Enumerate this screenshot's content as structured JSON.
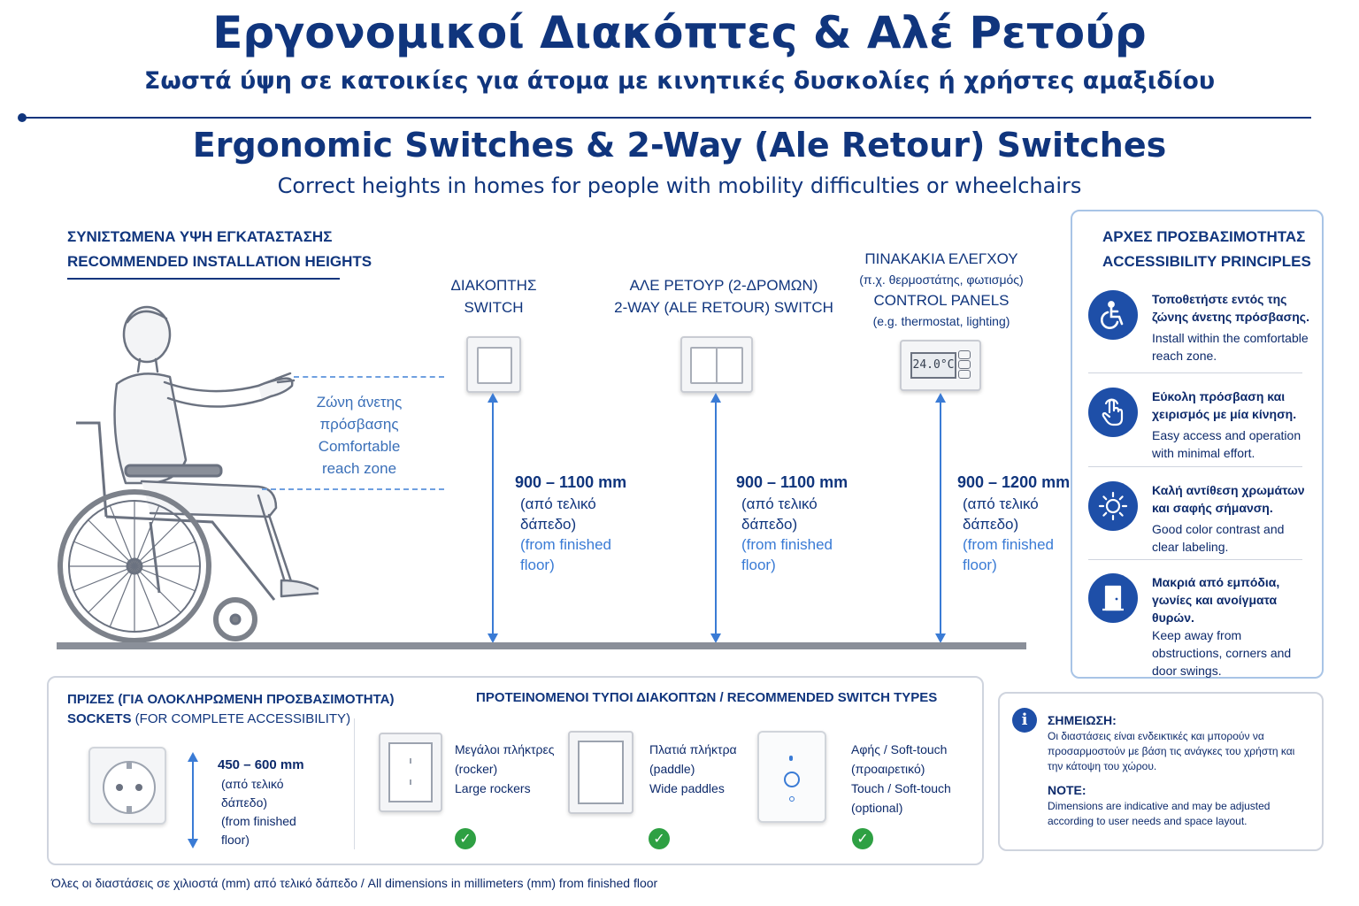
{
  "header": {
    "title_gr": "Εργονομικοί Διακόπτες & Αλέ Ρετούρ",
    "subtitle_gr": "Σωστά ύψη σε κατοικίες για άτομα με κινητικές δυσκολίες ή χρήστες αμαξιδίου",
    "title_en": "Ergonomic Switches & 2-Way (Ale Retour) Switches",
    "subtitle_en": "Correct heights in homes for people with mobility difficulties or wheelchairs"
  },
  "recommended": {
    "heading_gr": "ΣΥΝΙΣΤΩΜΕΝΑ ΥΨΗ ΕΓΚΑΤΑΣΤΑΣΗΣ",
    "heading_en": "RECOMMENDED INSTALLATION HEIGHTS",
    "zone_gr_1": "Ζώνη άνετης",
    "zone_gr_2": "πρόσβασης",
    "zone_en_1": "Comfortable",
    "zone_en_2": "reach zone",
    "columns": [
      {
        "label_gr": "ΔΙΑΚΟΠΤΗΣ",
        "label_en": "SWITCH",
        "value": "900 – 1100 mm",
        "from_gr_1": "(από τελικό",
        "from_gr_2": "δάπεδο)",
        "from_en_1": "(from finished",
        "from_en_2": "floor)"
      },
      {
        "label_gr": "ΑΛΕ ΡΕΤΟΥΡ (2-ΔΡΟΜΩΝ)",
        "label_en": "2-WAY (ALE RETOUR) SWITCH",
        "value": "900 – 1100 mm",
        "from_gr_1": "(από τελικό",
        "from_gr_2": "δάπεδο)",
        "from_en_1": "(from finished",
        "from_en_2": "floor)"
      },
      {
        "label_gr": "ΠΙΝΑΚΑΚΙΑ ΕΛΕΓΧΟΥ",
        "label_gr_sub": "(π.χ. θερμοστάτης, φωτισμός)",
        "label_en": "CONTROL PANELS",
        "label_en_sub": "(e.g. thermostat, lighting)",
        "display": "24.0°C",
        "value": "900 – 1200 mm",
        "from_gr_1": "(από τελικό",
        "from_gr_2": "δάπεδο)",
        "from_en_1": "(from finished",
        "from_en_2": "floor)"
      }
    ]
  },
  "principles": {
    "heading_gr": "ΑΡΧΕΣ ΠΡΟΣΒΑΣΙΜΟΤΗΤΑΣ",
    "heading_en": "ACCESSIBILITY PRINCIPLES",
    "items": [
      {
        "icon": "wheelchair-icon",
        "gr": "Τοποθετήστε εντός της ζώνης άνετης πρόσβασης.",
        "en": "Install within the comfortable reach zone."
      },
      {
        "icon": "hand-pointer-icon",
        "gr": "Εύκολη πρόσβαση και χειρισμός με μία κίνηση.",
        "en": "Easy access and operation with minimal effort."
      },
      {
        "icon": "sun-icon",
        "gr": "Καλή αντίθεση χρωμάτων και σαφής σήμανση.",
        "en": "Good color contrast and clear labeling."
      },
      {
        "icon": "door-icon",
        "gr": "Μακριά από εμπόδια, γωνίες και ανοίγματα θυρών.",
        "en": "Keep away from obstructions, corners and door swings."
      }
    ]
  },
  "sockets": {
    "heading_gr": "ΠΡΙΖΕΣ (ΓΙΑ ΟΛΟΚΛΗΡΩΜΕΝΗ ΠΡΟΣΒΑΣΙΜΟΤΗΤΑ)",
    "heading_en_bold": "SOCKETS",
    "heading_en_rest": " (FOR COMPLETE ACCESSIBILITY)",
    "value": "450 – 600 mm",
    "from_gr_1": "(από τελικό",
    "from_gr_2": "δάπεδο)",
    "from_en_1": "(from finished",
    "from_en_2": "floor)"
  },
  "types": {
    "heading": "ΠΡΟΤΕΙΝΟΜΕΝΟΙ ΤΥΠΟΙ ΔΙΑΚΟΠΤΩΝ / RECOMMENDED SWITCH TYPES",
    "items": [
      {
        "gr_1": "Μεγάλοι πλήκτρες",
        "gr_2": "(rocker)",
        "en_1": "Large rockers",
        "en_2": ""
      },
      {
        "gr_1": "Πλατιά πλήκτρα",
        "gr_2": "(paddle)",
        "en_1": "Wide paddles",
        "en_2": ""
      },
      {
        "gr_1": "Αφής / Soft-touch",
        "gr_2": "(προαιρετικό)",
        "en_1": "Touch / Soft-touch",
        "en_2": "(optional)"
      }
    ]
  },
  "note": {
    "heading_gr": "ΣΗΜΕΙΩΣΗ:",
    "text_gr": "Οι διαστάσεις είναι ενδεικτικές και μπορούν να προσαρμοστούν με βάση τις ανάγκες του χρήστη και την κάτοψη του χώρου.",
    "heading_en": "NOTE:",
    "text_en": "Dimensions are indicative and may be adjusted according to user needs and space layout."
  },
  "footer": "Όλες οι διαστάσεις σε χιλιοστά (mm) από τελικό δάπεδο / All dimensions in millimeters (mm) from finished floor",
  "colors": {
    "navy": "#10357d",
    "accent_blue": "#3a7bd5",
    "icon_blue": "#1e4fa8",
    "check_green": "#2ea043"
  }
}
